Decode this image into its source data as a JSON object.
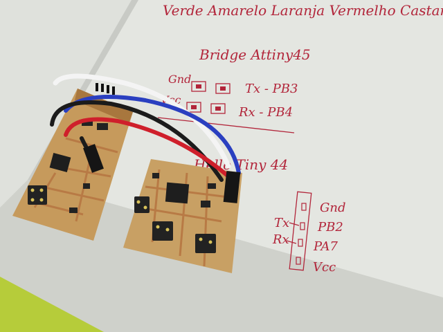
{
  "notebook_text": {
    "top_line": "Verde Amarelo Laranja Vermelho Castanho",
    "bridge_title": "Bridge Attiny45",
    "row1_left": "Gnd",
    "row1_right": "Tx - PB3",
    "row2_left": "Vcc",
    "row2_right": "Rx - PB4",
    "hello_title": "Hello Tiny 44",
    "header_pins": [
      {
        "label": "Gnd",
        "side": ""
      },
      {
        "label": "PB2",
        "side": "Tx"
      },
      {
        "label": "PA7",
        "side": "Rx"
      },
      {
        "label": "Vcc",
        "side": ""
      }
    ]
  },
  "colors": {
    "paper": "#eef0ea",
    "ink": "#b2253a",
    "pcb": "#c69a5c",
    "copper": "#b87a45",
    "wire_white": "#f4f4f4",
    "wire_blue": "#2a3fc0",
    "wire_black": "#1b1b1b",
    "wire_red": "#cf1f2b",
    "floor_green": "#b6cc3a"
  }
}
